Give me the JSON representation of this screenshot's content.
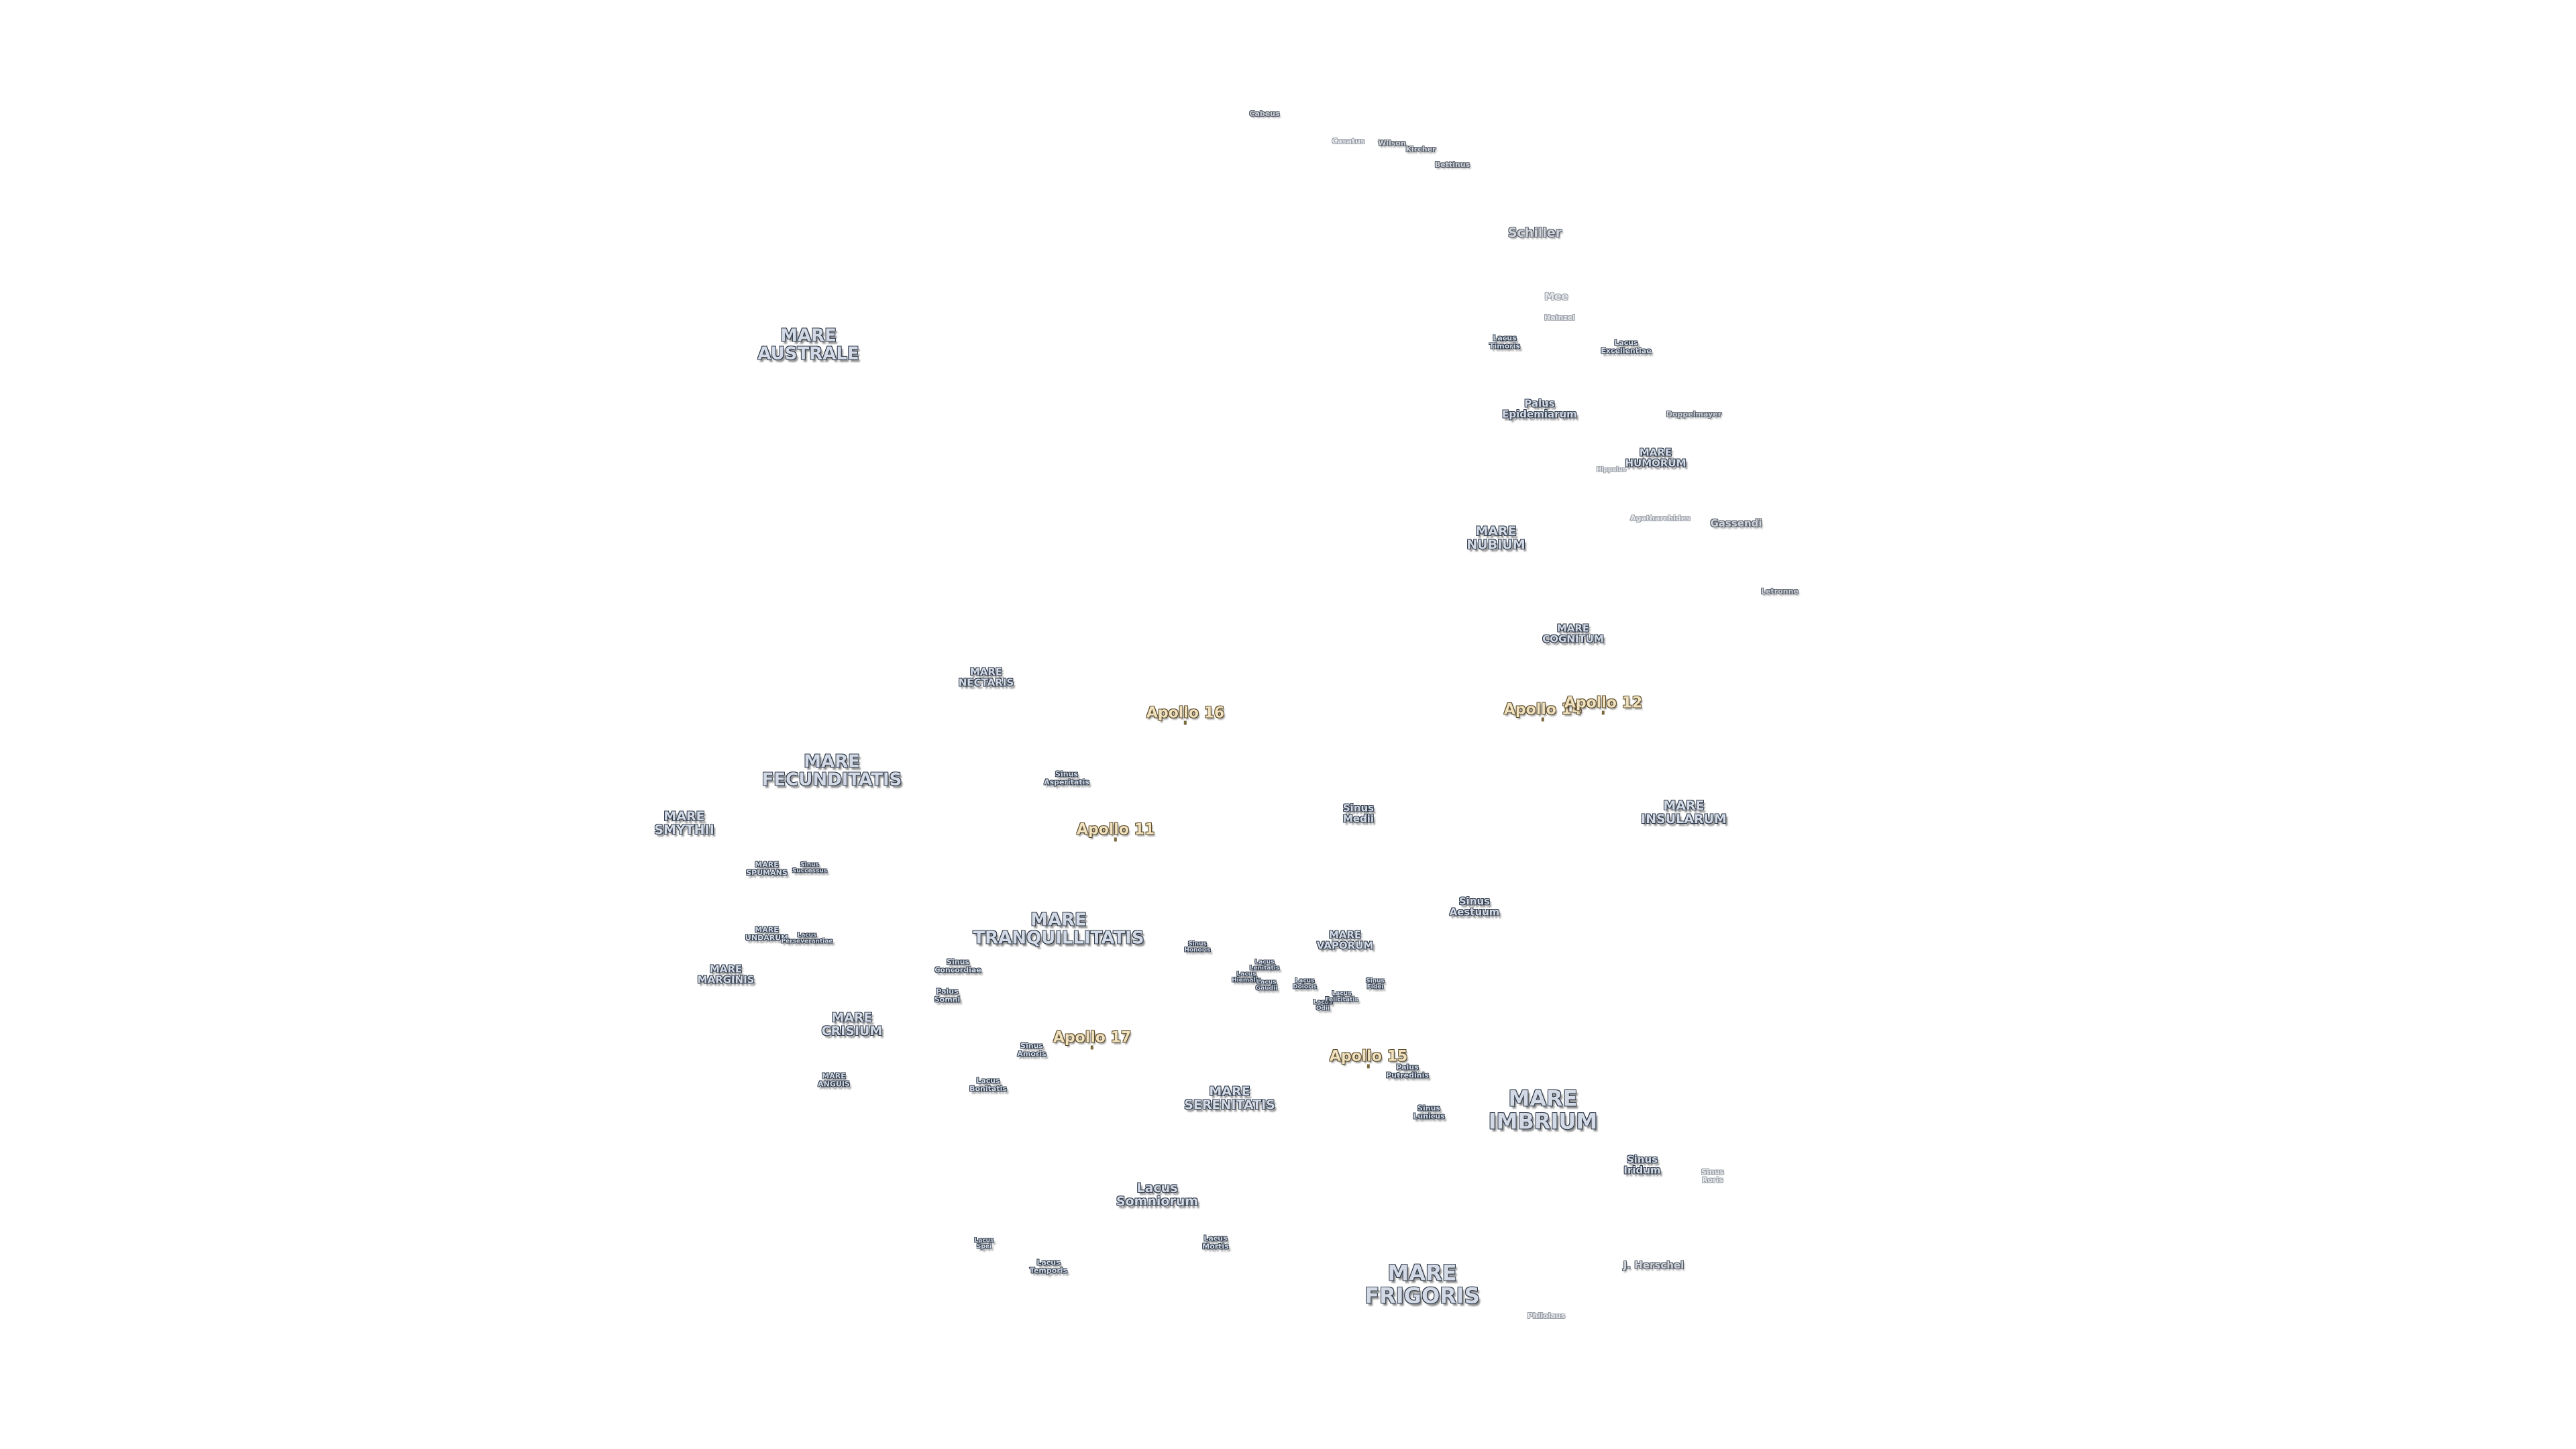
{
  "map": {
    "maria": [
      {
        "id": "mare-australe",
        "lines": [
          "MARE",
          "AUSTRALE"
        ],
        "size": "l"
      },
      {
        "id": "mare-nectaris",
        "lines": [
          "MARE",
          "NECTARIS"
        ],
        "size": "s"
      },
      {
        "id": "mare-fecunditatis",
        "lines": [
          "MARE",
          "FECUNDITATIS"
        ],
        "size": "l"
      },
      {
        "id": "mare-smythii",
        "lines": [
          "MARE",
          "SMYTHII"
        ],
        "size": "m"
      },
      {
        "id": "mare-spumans",
        "lines": [
          "MARE",
          "SPUMANS"
        ],
        "size": "xs"
      },
      {
        "id": "mare-undarum",
        "lines": [
          "MARE",
          "UNDARUM"
        ],
        "size": "xs"
      },
      {
        "id": "mare-marginis",
        "lines": [
          "MARE",
          "MARGINIS"
        ],
        "size": "s"
      },
      {
        "id": "mare-crisium",
        "lines": [
          "MARE",
          "CRISIUM"
        ],
        "size": "m"
      },
      {
        "id": "mare-anguis",
        "lines": [
          "MARE",
          "ANGUIS"
        ],
        "size": "xs"
      },
      {
        "id": "mare-tranquillitatis",
        "lines": [
          "MARE",
          "TRANQUILLITATIS"
        ],
        "size": "l"
      },
      {
        "id": "mare-serenitatis",
        "lines": [
          "MARE",
          "SERENITATIS"
        ],
        "size": "m"
      },
      {
        "id": "mare-vaporum",
        "lines": [
          "MARE",
          "VAPORUM"
        ],
        "size": "s"
      },
      {
        "id": "mare-imbrium",
        "lines": [
          "MARE",
          "IMBRIUM"
        ],
        "size": "xl"
      },
      {
        "id": "mare-frigoris",
        "lines": [
          "MARE",
          "FRIGORIS"
        ],
        "size": "xl"
      },
      {
        "id": "mare-insularum",
        "lines": [
          "MARE",
          "INSULARUM"
        ],
        "size": "m"
      },
      {
        "id": "mare-cognitum",
        "lines": [
          "MARE",
          "COGNITUM"
        ],
        "size": "s"
      },
      {
        "id": "mare-nubium",
        "lines": [
          "MARE",
          "NUBIUM"
        ],
        "size": "m"
      },
      {
        "id": "mare-humorum",
        "lines": [
          "MARE",
          "HUMORUM"
        ],
        "size": "s"
      }
    ],
    "features": [
      {
        "id": "cabeus",
        "lines": [
          "Cabeus"
        ],
        "size": "xs",
        "style": "crater"
      },
      {
        "id": "casatus",
        "lines": [
          "Casatus"
        ],
        "size": "xs",
        "style": "faint"
      },
      {
        "id": "wilson",
        "lines": [
          "Wilson"
        ],
        "size": "xs",
        "style": "crater"
      },
      {
        "id": "kircher",
        "lines": [
          "Kircher"
        ],
        "size": "xs",
        "style": "crater"
      },
      {
        "id": "bettinus",
        "lines": [
          "Bettinus"
        ],
        "size": "xs",
        "style": "crater"
      },
      {
        "id": "schiller",
        "lines": [
          "Schiller"
        ],
        "size": "m",
        "style": "crater"
      },
      {
        "id": "mee",
        "lines": [
          "Mee"
        ],
        "size": "s",
        "style": "faint"
      },
      {
        "id": "hainzel",
        "lines": [
          "Hainzel"
        ],
        "size": "xs",
        "style": "faint"
      },
      {
        "id": "lacus-timoris",
        "lines": [
          "Lacus",
          "Timoris"
        ],
        "size": "xs",
        "style": "mare"
      },
      {
        "id": "lacus-excellentiae",
        "lines": [
          "Lacus",
          "Excellentiae"
        ],
        "size": "xs",
        "style": "mare"
      },
      {
        "id": "palus-epidemiarum",
        "lines": [
          "Palus",
          "Epidemiarum"
        ],
        "size": "s",
        "style": "mare"
      },
      {
        "id": "doppelmayer",
        "lines": [
          "Doppelmayer"
        ],
        "size": "xs",
        "style": "crater"
      },
      {
        "id": "hippalus",
        "lines": [
          "Hippalus"
        ],
        "size": "xxs",
        "style": "faint"
      },
      {
        "id": "agatharchides",
        "lines": [
          "Agatharchides"
        ],
        "size": "xs",
        "style": "faint"
      },
      {
        "id": "gassendi",
        "lines": [
          "Gassendi"
        ],
        "size": "s",
        "style": "crater"
      },
      {
        "id": "letronne",
        "lines": [
          "Letronne"
        ],
        "size": "xs",
        "style": "crater"
      },
      {
        "id": "sinus-asperitatis",
        "lines": [
          "Sinus",
          "Asperitatis"
        ],
        "size": "xs",
        "style": "mare"
      },
      {
        "id": "sinus-medii",
        "lines": [
          "Sinus",
          "Medii"
        ],
        "size": "s",
        "style": "mare"
      },
      {
        "id": "sinus-aestuum",
        "lines": [
          "Sinus",
          "Aestuum"
        ],
        "size": "s",
        "style": "mare"
      },
      {
        "id": "sinus-successus",
        "lines": [
          "Sinus",
          "Successus"
        ],
        "size": "xxs",
        "style": "mare"
      },
      {
        "id": "lacus-perseverantiae",
        "lines": [
          "Lacus",
          "Perseverantiae"
        ],
        "size": "xxs",
        "style": "mare"
      },
      {
        "id": "sinus-concordiae",
        "lines": [
          "Sinus",
          "Concordiae"
        ],
        "size": "xs",
        "style": "mare"
      },
      {
        "id": "palus-somni",
        "lines": [
          "Palus",
          "Somni"
        ],
        "size": "xs",
        "style": "mare"
      },
      {
        "id": "sinus-honoris",
        "lines": [
          "Sinus",
          "Honoris"
        ],
        "size": "xxs",
        "style": "mare"
      },
      {
        "id": "lacus-lenitatis",
        "lines": [
          "Lacus",
          "Lenitatis"
        ],
        "size": "xxs",
        "style": "mare"
      },
      {
        "id": "lacus-hiemalis",
        "lines": [
          "Lacus",
          "Hiemalis"
        ],
        "size": "xxs",
        "style": "mare"
      },
      {
        "id": "lacus-gaudii",
        "lines": [
          "Lacus",
          "Gaudii"
        ],
        "size": "xxs",
        "style": "mare"
      },
      {
        "id": "lacus-doloris",
        "lines": [
          "Lacus",
          "Doloris"
        ],
        "size": "xxs",
        "style": "mare"
      },
      {
        "id": "lacus-odii",
        "lines": [
          "Lacus",
          "Odii"
        ],
        "size": "xxs",
        "style": "mare"
      },
      {
        "id": "lacus-felicitatis",
        "lines": [
          "Lacus",
          "Felicitatis"
        ],
        "size": "xxs",
        "style": "mare"
      },
      {
        "id": "sinus-fidei",
        "lines": [
          "Sinus",
          "Fidei"
        ],
        "size": "xxs",
        "style": "mare"
      },
      {
        "id": "sinus-amoris",
        "lines": [
          "Sinus",
          "Amoris"
        ],
        "size": "xs",
        "style": "mare"
      },
      {
        "id": "lacus-bonitatis",
        "lines": [
          "Lacus",
          "Bonitatis"
        ],
        "size": "xs",
        "style": "mare"
      },
      {
        "id": "palus-putredinis",
        "lines": [
          "Palus",
          "Putredinis"
        ],
        "size": "xs",
        "style": "mare"
      },
      {
        "id": "sinus-lunicus",
        "lines": [
          "Sinus",
          "Lunicus"
        ],
        "size": "xs",
        "style": "mare"
      },
      {
        "id": "sinus-iridum",
        "lines": [
          "Sinus",
          "Iridum"
        ],
        "size": "s",
        "style": "mare"
      },
      {
        "id": "sinus-roris",
        "lines": [
          "Sinus",
          "Roris"
        ],
        "size": "xs",
        "style": "faint"
      },
      {
        "id": "lacus-somniorum",
        "lines": [
          "Lacus",
          "Somniorum"
        ],
        "size": "m",
        "style": "mare"
      },
      {
        "id": "lacus-spei",
        "lines": [
          "Lacus",
          "Spei"
        ],
        "size": "xxs",
        "style": "mare"
      },
      {
        "id": "lacus-temporis",
        "lines": [
          "Lacus",
          "Temporis"
        ],
        "size": "xs",
        "style": "mare"
      },
      {
        "id": "lacus-mortis",
        "lines": [
          "Lacus",
          "Mortis"
        ],
        "size": "xs",
        "style": "mare"
      },
      {
        "id": "j-herschel",
        "lines": [
          "J. Herschel"
        ],
        "size": "s",
        "style": "crater"
      },
      {
        "id": "philolaus",
        "lines": [
          "Philolaus"
        ],
        "size": "xs",
        "style": "faint"
      }
    ],
    "apollo": [
      {
        "id": "apollo-16",
        "label": "Apollo 16"
      },
      {
        "id": "apollo-14",
        "label": "Apollo 14"
      },
      {
        "id": "apollo-12",
        "label": "Apollo 12"
      },
      {
        "id": "apollo-11",
        "label": "Apollo 11"
      },
      {
        "id": "apollo-17",
        "label": "Apollo 17"
      },
      {
        "id": "apollo-15",
        "label": "Apollo 15"
      }
    ]
  }
}
